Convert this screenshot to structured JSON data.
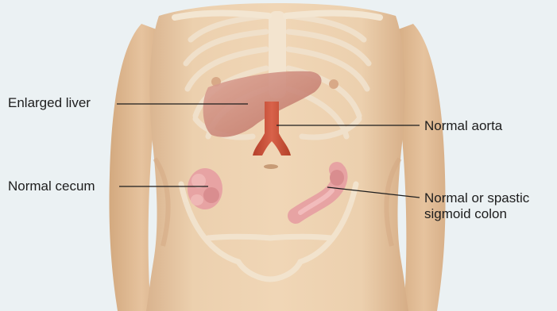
{
  "labels": {
    "liver": "Enlarged liver",
    "aorta": "Normal aorta",
    "cecum": "Normal cecum",
    "sigmoid_line1": "Normal or spastic",
    "sigmoid_line2": "sigmoid colon"
  },
  "colors": {
    "background": "#ebf1f3",
    "skin": "#e9c9a6",
    "skin_shadow": "#d5ab83",
    "bone": "#f3e6d2",
    "liver": "#c9867a",
    "aorta": "#c8503a",
    "bowel": "#e7a3a3",
    "leader_line": "#1d1d1d"
  }
}
